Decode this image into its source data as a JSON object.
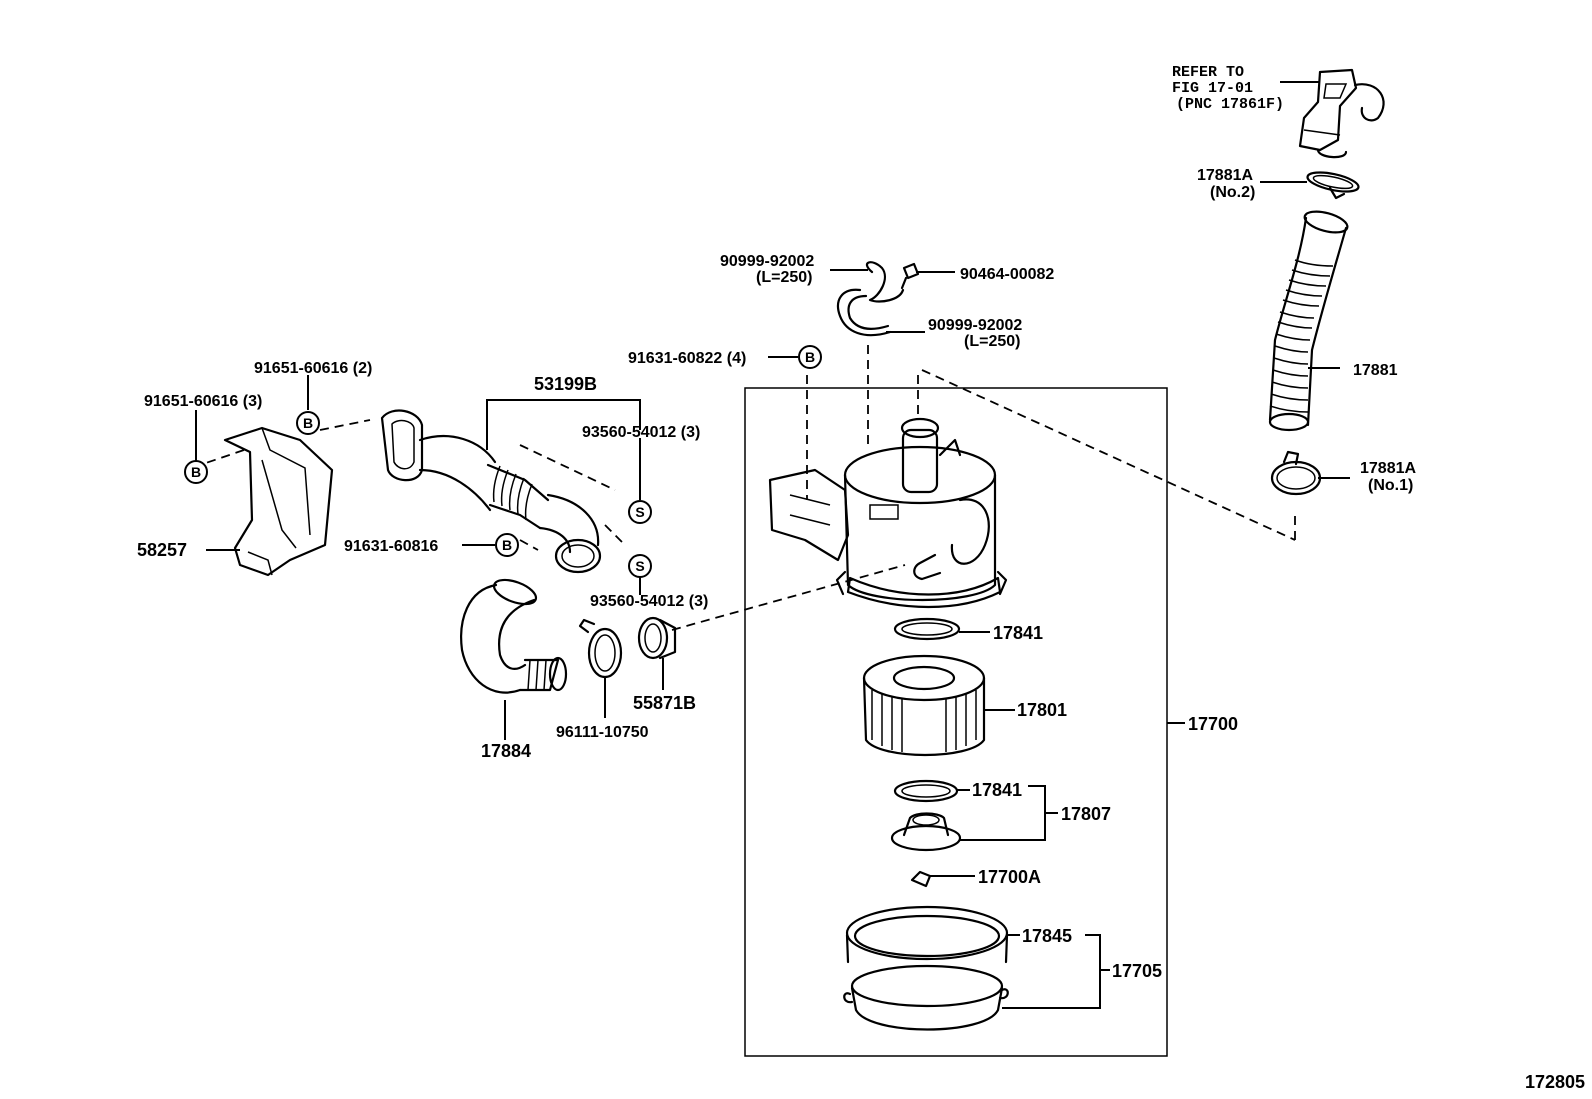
{
  "refer_note": {
    "line1": "REFER TO",
    "line2": "FIG 17-01",
    "line3": "(PNC 17861F)"
  },
  "labels": {
    "p17881a_no2": "17881A",
    "p17881a_no2_sub": "(No.2)",
    "p17881": "17881",
    "p17881a_no1": "17881A",
    "p17881a_no1_sub": "(No.1)",
    "p90999_a": "90999-92002",
    "p90999_a_sub": "(L=250)",
    "p90464": "90464-00082",
    "p90999_b": "90999-92002",
    "p90999_b_sub": "(L=250)",
    "p91631_60822": "91631-60822 (4)",
    "p91651_2": "91651-60616 (2)",
    "p91651_3": "91651-60616 (3)",
    "p53199b": "53199B",
    "p93560_top": "93560-54012 (3)",
    "p93560_bottom": "93560-54012 (3)",
    "p91631_60816": "91631-60816",
    "p58257": "58257",
    "p17884": "17884",
    "p96111": "96111-10750",
    "p55871b": "55871B",
    "p17841_top": "17841",
    "p17801": "17801",
    "p17700": "17700",
    "p17841_bottom": "17841",
    "p17807": "17807",
    "p17700a": "17700A",
    "p17845": "17845",
    "p17705": "17705",
    "diagram_id": "172805"
  },
  "markers": {
    "bolt": "B",
    "screw": "S"
  }
}
